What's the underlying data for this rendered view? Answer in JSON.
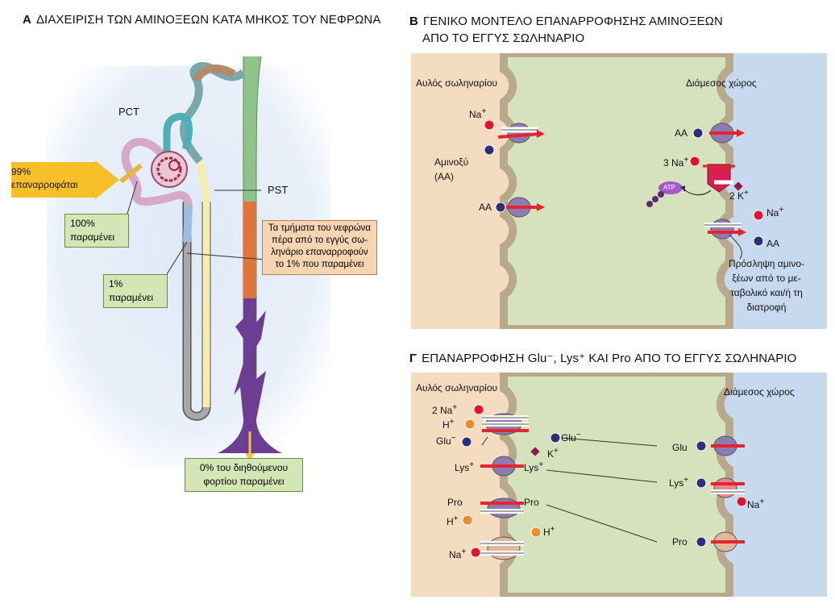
{
  "panel_a": {
    "letter": "A",
    "title": "ΔΙΑΧΕΙΡΙΣΗ ΤΩΝ ΑΜΙΝΟΞΕΩΝ ΚΑΤΑ ΜΗΚΟΣ ΤΟΥ ΝΕΦΡΩΝΑ",
    "pct": "PCT",
    "pst": "PST",
    "reabsorbed": [
      "99%",
      "επαναρροφάται"
    ],
    "remains_100": [
      "100%",
      "παραμένει"
    ],
    "remains_1": [
      "1%",
      "παραμένει"
    ],
    "note": [
      "Τα τμήματα του νεφρώνα",
      "πέρα από το εγγύς σω-",
      "ληνάριο επαναρροφούν",
      "το 1% που παραμένει"
    ],
    "final": [
      "0% του διηθούμενου",
      "φορτίου παραμένει"
    ]
  },
  "panel_b": {
    "letter": "Β",
    "title_line1": "ΓΕΝΙΚΟ ΜΟΝΤΕΛΟ ΕΠΑΝΑΡΡΟΦΗΣΗΣ ΑΜΙΝΟΞΕΩΝ",
    "title_line2": "ΑΠΟ ΤΟ ΕΓΓΥΣ ΣΩΛΗΝΑΡΙΟ",
    "lumen": "Αυλός σωληναρίου",
    "interstitium": "Διάμεσος χώρος",
    "na_plus": "Na",
    "aa_label": [
      "Αμινοξύ",
      "(ΑΑ)"
    ],
    "aa": "AA",
    "three_na": "3 Na",
    "two_k": "2 K",
    "atp": "ATP",
    "uptake": [
      "Πρόσληψη αμινο-",
      "ξέων από το με-",
      "ταβολικό και/ή τη",
      "διατροφή"
    ]
  },
  "panel_c": {
    "letter": "Γ",
    "title": "ΕΠΑΝΑΡΡΟΦΗΣΗ Glu⁻, Lys⁺ ΚΑΙ Pro ΑΠΟ ΤΟ ΕΓΓΥΣ ΣΩΛΗΝΑΡΙΟ",
    "lumen": "Αυλός σωληναρίου",
    "interstitium": "Διάμεσος χώρος",
    "two_na": "2 Na",
    "h_plus": "H",
    "glu_minus": "Glu",
    "k_plus": "K",
    "lys_plus": "Lys",
    "pro": "Pro",
    "glu": "Glu",
    "na": "Na"
  },
  "colors": {
    "lumen": "#f3dcbf",
    "interstitium": "#c6d9ee",
    "cell": "#d6e2bd",
    "na": "#e0142a",
    "aa": "#2c2f7c",
    "h": "#f08a2c",
    "k": "#8c1d3c",
    "transporter": "#8e7bb2",
    "arrow": "#e3262e",
    "box_green": "#d4e6b5",
    "box_yellow": "#f7c02a",
    "box_peach": "#f6d5b0"
  }
}
